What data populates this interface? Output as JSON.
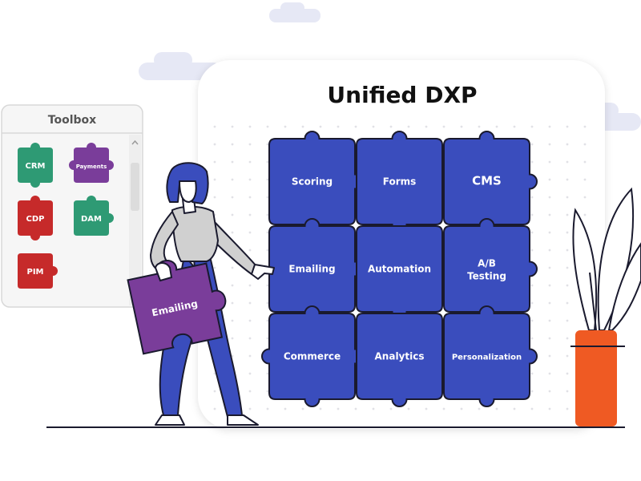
{
  "board": {
    "title": "Unified DXP",
    "tiles": [
      [
        "Scoring",
        "Forms",
        "CMS"
      ],
      [
        "Emailing",
        "Automation",
        "A/B Testing"
      ],
      [
        "Commerce",
        "Analytics",
        "Personalization"
      ]
    ]
  },
  "toolbox": {
    "title": "Toolbox",
    "pieces": [
      "CRM",
      "Payments",
      "CDP",
      "DAM",
      "PIM"
    ]
  },
  "held_piece": {
    "label": "Emailing"
  },
  "colors": {
    "tile_blue": "#3a4dbd",
    "tile_stroke": "#1a1a2e",
    "crm_green": "#2e9a74",
    "payments_purple": "#7a3d9a",
    "cdp_red": "#c62a2a",
    "dam_green": "#2e9a74",
    "pim_red": "#c62a2a",
    "held_purple": "#7a3d9a",
    "pot_orange": "#ef5a23",
    "cloud_lavender": "#e6e8f5",
    "toolbox_bg": "#f6f6f6"
  }
}
